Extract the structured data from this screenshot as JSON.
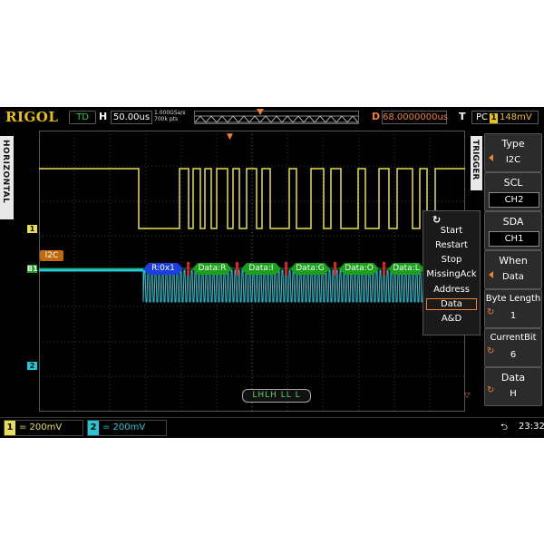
{
  "topbar": {
    "logo": "RIGOL",
    "status": "TD",
    "h_label": "H",
    "timebase": "50.00us",
    "sample_rate": "1.000GSa/s",
    "mem_depth": "700k pts",
    "delay_label": "D",
    "delay_value": "68.0000000us",
    "trigger_label": "T",
    "trigger_source": "PC",
    "trigger_channel": "1",
    "trigger_level": "148mV"
  },
  "side_tabs": {
    "left": "HORIZONTAL",
    "right": "TRIGGER"
  },
  "channel_markers": {
    "ch1": "1",
    "ch2": "2",
    "bus": "B1"
  },
  "decode": {
    "bus_label": "I2C",
    "packets": [
      "R:0x1",
      "Data:R",
      "Data:I",
      "Data:G",
      "Data:O",
      "Data:L"
    ],
    "lhlh_text": "LHLH LL L"
  },
  "popup": {
    "items": [
      "Start",
      "Restart",
      "Stop",
      "MissingAck",
      "Address",
      "Data",
      "A&D"
    ],
    "selected": "Data"
  },
  "trigger_menu": [
    {
      "title": "Type",
      "value": "I2C"
    },
    {
      "title": "SCL",
      "value": "CH2"
    },
    {
      "title": "SDA",
      "value": "CH1"
    },
    {
      "title": "When",
      "value": "Data"
    },
    {
      "title": "Byte Length",
      "value": "1"
    },
    {
      "title": "CurrentBit",
      "value": "6"
    },
    {
      "title": "Data",
      "value": "H"
    }
  ],
  "bottombar": {
    "ch1_num": "1",
    "ch1_scale": "= 200mV",
    "ch2_num": "2",
    "ch2_scale": "= 200mV",
    "clock": "23:32"
  },
  "colors": {
    "ch1": "#e8e050",
    "ch2": "#20c8d8",
    "accent": "#f08030",
    "decode_addr": "#1a3ee0",
    "decode_data": "#1aa01a"
  }
}
